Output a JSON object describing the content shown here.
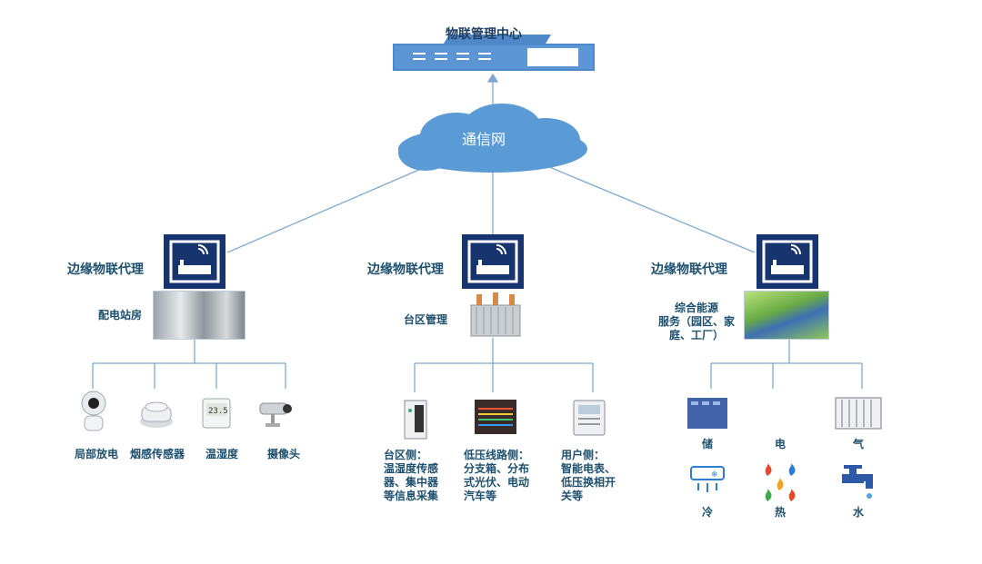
{
  "center": {
    "title": "物联管理中心"
  },
  "network": {
    "label": "通信网"
  },
  "proxies": [
    {
      "label": "边缘物联代理",
      "site": "配电站房",
      "devices": [
        {
          "label": "局部放电",
          "icon": "camera-sensor-icon"
        },
        {
          "label": "烟感传感器",
          "icon": "smoke-detector-icon"
        },
        {
          "label": "温湿度",
          "icon": "thermo-hygrometer-icon"
        },
        {
          "label": "摄像头",
          "icon": "cctv-camera-icon"
        }
      ]
    },
    {
      "label": "边缘物联代理",
      "site": "台区管理",
      "devices": [
        {
          "label": "台区侧：\n温湿度传感\n器、集中器\n等信息采集",
          "icon": "distribution-box-icon"
        },
        {
          "label": "低压线路侧：\n分支箱、分布\n式光伏、电动\n汽车等",
          "icon": "circuit-board-icon"
        },
        {
          "label": "用户侧：\n智能电表、\n低压换相开\n关等",
          "icon": "smart-meter-icon"
        }
      ]
    },
    {
      "label": "边缘物联代理",
      "site": "综合能源\n服务（园区、家\n庭、工厂）",
      "devices": [
        {
          "label": "储",
          "icon": "battery-storage-icon"
        },
        {
          "label": "电",
          "icon": "electricity-icon"
        },
        {
          "label": "气",
          "icon": "gas-icon"
        },
        {
          "label": "冷",
          "icon": "air-conditioner-icon"
        },
        {
          "label": "热",
          "icon": "flame-icon"
        },
        {
          "label": "水",
          "icon": "water-tap-icon"
        }
      ]
    }
  ],
  "colors": {
    "server": "#4f88c8",
    "cloud": "#5b9bd5",
    "proxy_box": "#17346e",
    "line": "#7fa7cf",
    "label": "#1d4f6e"
  }
}
